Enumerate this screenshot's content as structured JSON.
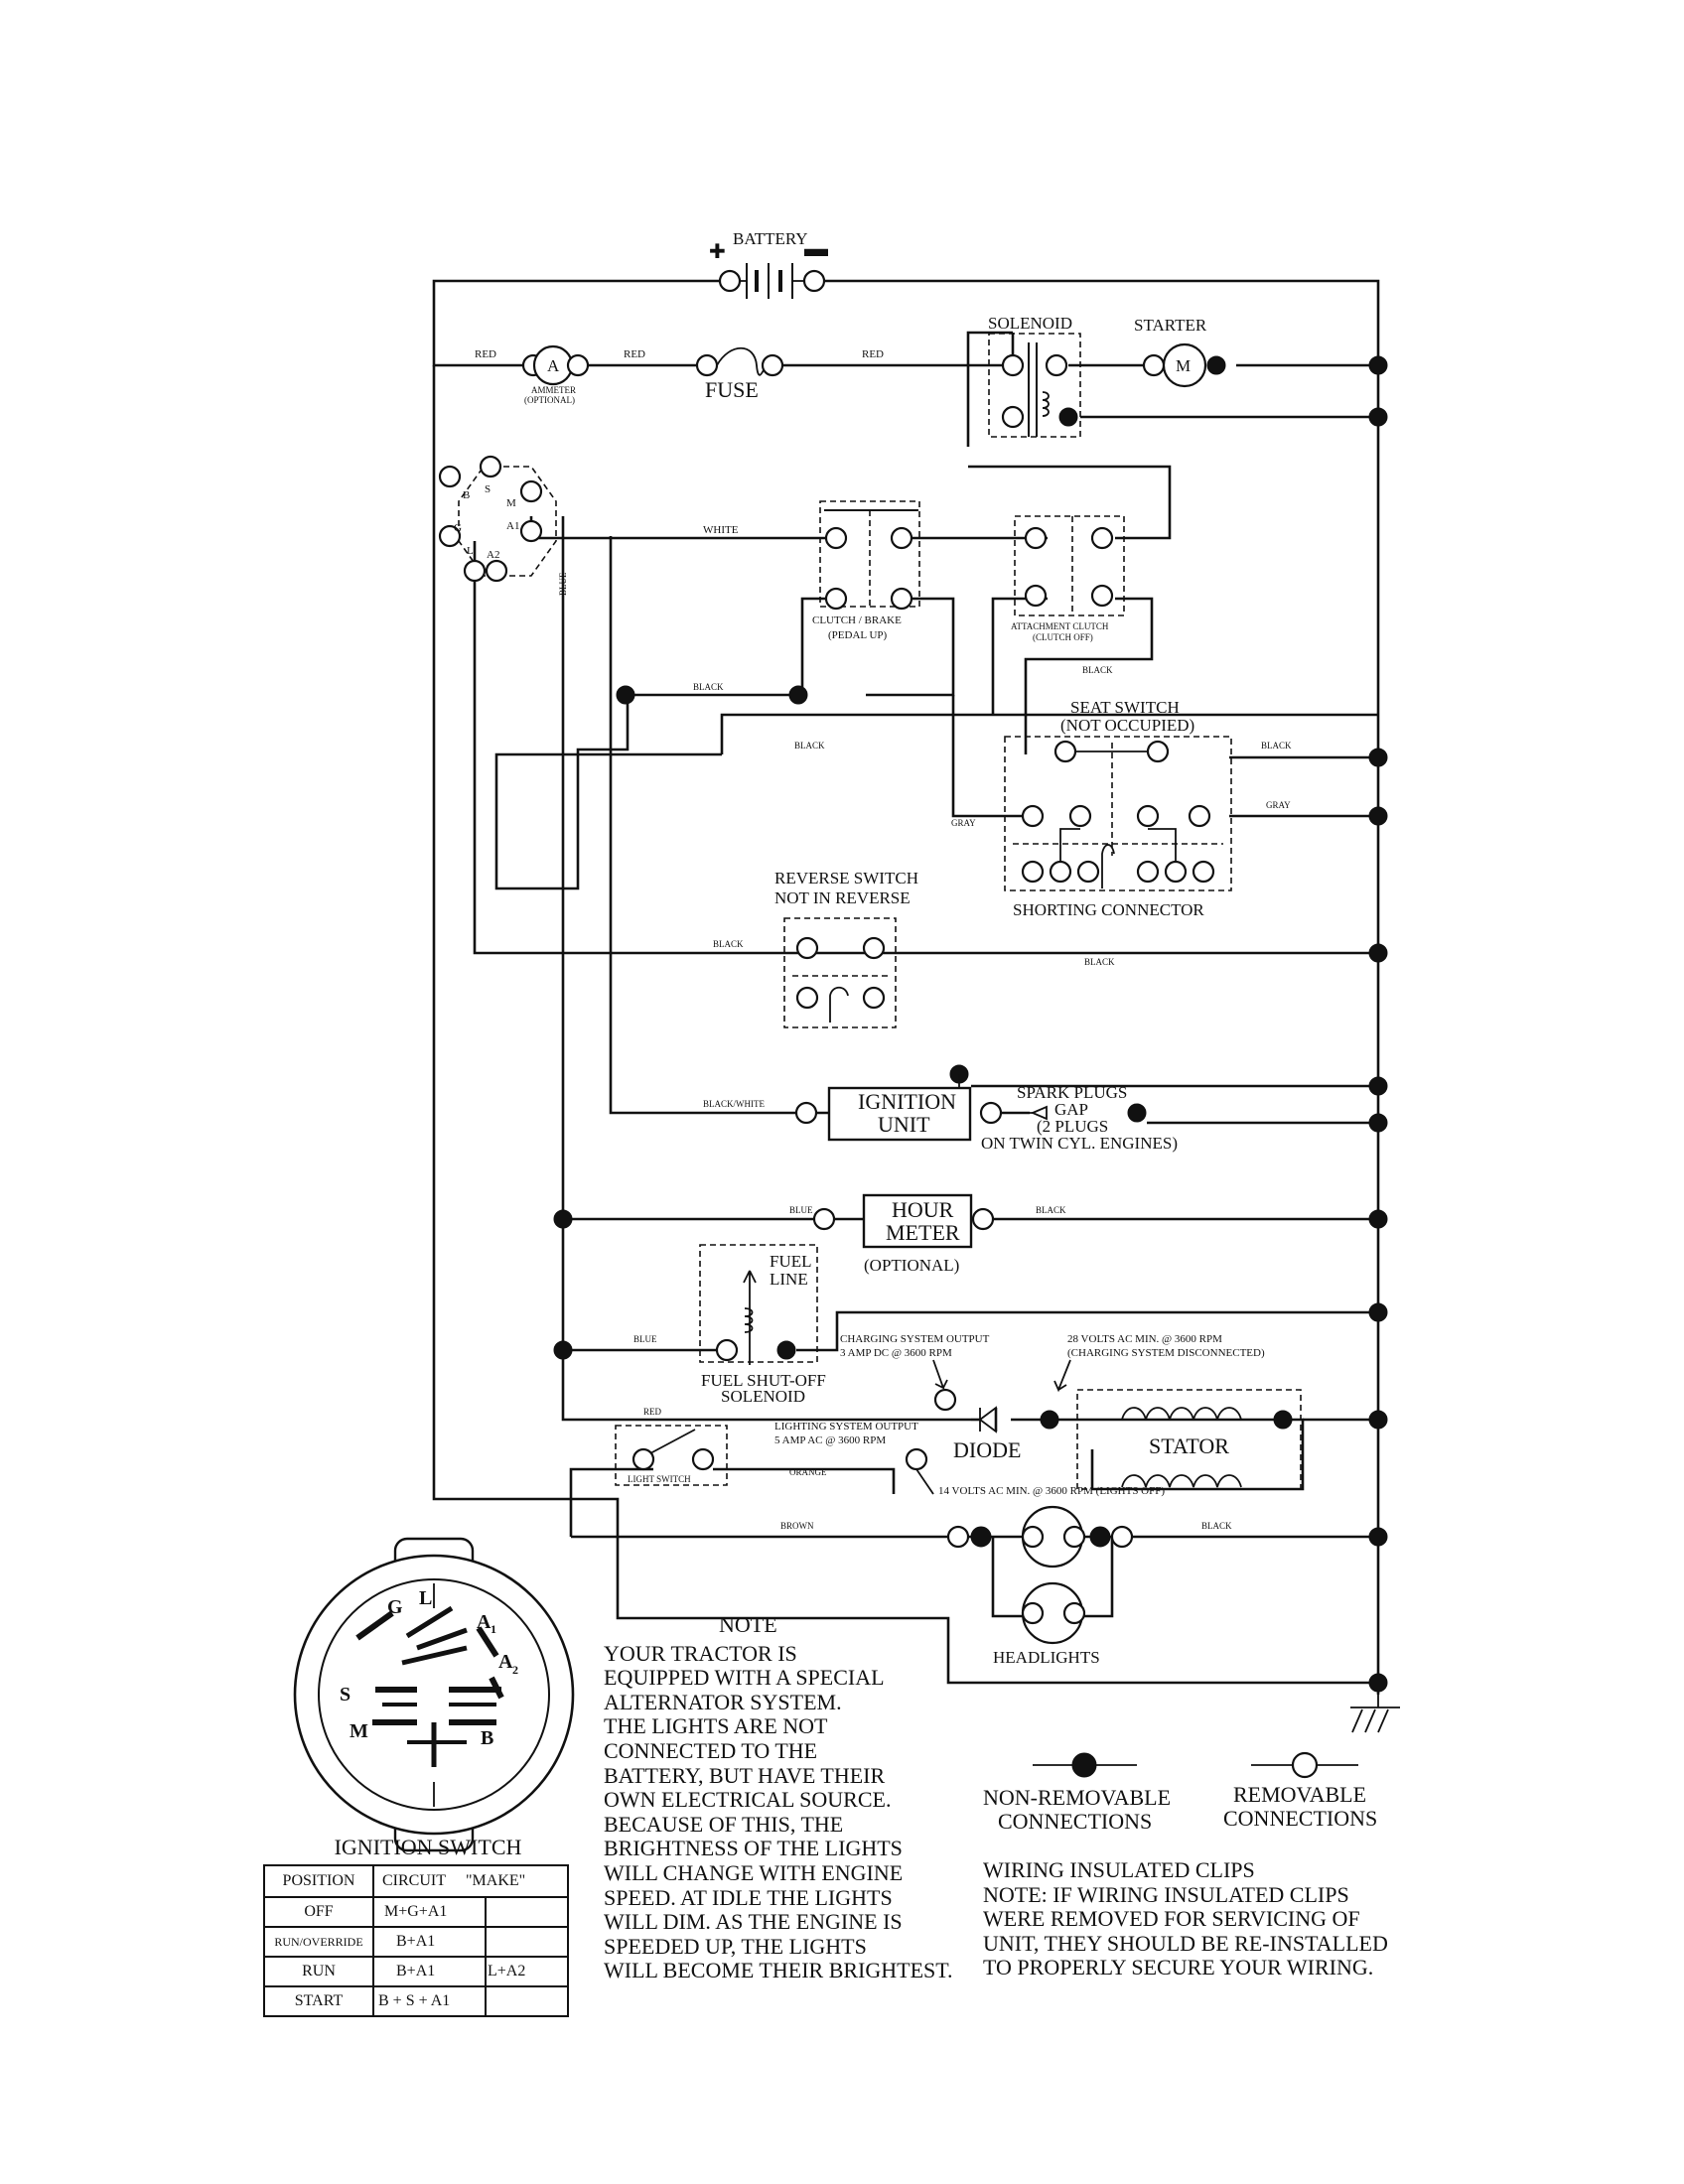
{
  "components": {
    "battery": "BATTERY",
    "solenoid": "SOLENOID",
    "starter": "STARTER",
    "starter_motor": "M",
    "ammeter_symbol": "A",
    "ammeter": "AMMETER",
    "ammeter_optional": "(OPTIONAL)",
    "fuse": "FUSE",
    "clutch_brake_1": "CLUTCH / BRAKE",
    "clutch_brake_2": "(PEDAL UP)",
    "attachment_clutch_1": "ATTACHMENT CLUTCH",
    "attachment_clutch_2": "(CLUTCH OFF)",
    "seat_switch_1": "SEAT SWITCH",
    "seat_switch_2": "(NOT OCCUPIED)",
    "shorting_connector": "SHORTING CONNECTOR",
    "reverse_switch_1": "REVERSE SWITCH",
    "reverse_switch_2": "NOT IN REVERSE",
    "ignition_unit_1": "IGNITION",
    "ignition_unit_2": "UNIT",
    "spark_plugs_1": "SPARK PLUGS",
    "spark_plugs_2": "GAP",
    "spark_plugs_3": "(2 PLUGS",
    "spark_plugs_4": "ON TWIN CYL. ENGINES)",
    "hour_meter_1": "HOUR",
    "hour_meter_2": "METER",
    "hour_meter_optional": "(OPTIONAL)",
    "fuel_line_1": "FUEL",
    "fuel_line_2": "LINE",
    "fuel_shutoff_1": "FUEL SHUT-OFF",
    "fuel_shutoff_2": "SOLENOID",
    "charging_output_1": "CHARGING SYSTEM OUTPUT",
    "charging_output_2": "3 AMP DC @ 3600 RPM",
    "volts28_1": "28 VOLTS AC MIN. @ 3600 RPM",
    "volts28_2": "(CHARGING SYSTEM DISCONNECTED)",
    "lighting_output_1": "LIGHTING SYSTEM OUTPUT",
    "lighting_output_2": "5 AMP AC @ 3600 RPM",
    "diode": "DIODE",
    "stator": "STATOR",
    "light_switch": "LIGHT SWITCH",
    "volts14": "14 VOLTS AC MIN. @ 3600 RPM (LIGHTS OFF)",
    "headlights": "HEADLIGHTS"
  },
  "ignition_terminals": {
    "b": "B",
    "s": "S",
    "m": "M",
    "g": "G",
    "a1": "A1",
    "l": "L",
    "a2": "A2"
  },
  "wire_colors": {
    "red": "RED",
    "white": "WHITE",
    "blue": "BLUE",
    "black": "BLACK",
    "gray": "GRAY",
    "black_white": "BLACK/WHITE",
    "orange": "ORANGE",
    "brown": "BROWN"
  },
  "ignition_switch": {
    "title": "IGNITION SWITCH",
    "face": {
      "g": "G",
      "l": "L",
      "a1": "A",
      "a1_sub": "1",
      "a2": "A",
      "a2_sub": "2",
      "s": "S",
      "m": "M",
      "b": "B"
    },
    "table": {
      "headers": [
        "POSITION",
        "CIRCUIT",
        "\"MAKE\""
      ],
      "rows": [
        [
          "OFF",
          "M+G+A1",
          ""
        ],
        [
          "RUN/OVERRIDE",
          "B+A1",
          ""
        ],
        [
          "RUN",
          "B+A1",
          "L+A2"
        ],
        [
          "START",
          "B + S + A1",
          ""
        ]
      ]
    }
  },
  "note": {
    "title": "NOTE",
    "lines": [
      "YOUR TRACTOR IS",
      "EQUIPPED WITH A SPECIAL",
      "ALTERNATOR SYSTEM.",
      "THE LIGHTS ARE NOT",
      "CONNECTED TO THE",
      "BATTERY, BUT HAVE THEIR",
      "OWN ELECTRICAL SOURCE.",
      "BECAUSE OF THIS, THE",
      "BRIGHTNESS OF THE LIGHTS",
      "WILL CHANGE WITH ENGINE",
      "SPEED.  AT IDLE THE LIGHTS",
      "WILL DIM.  AS THE ENGINE IS",
      "SPEEDED UP, THE LIGHTS",
      "WILL BECOME THEIR BRIGHTEST."
    ]
  },
  "legend": {
    "non_removable_1": "NON-REMOVABLE",
    "non_removable_2": "CONNECTIONS",
    "removable_1": "REMOVABLE",
    "removable_2": "CONNECTIONS"
  },
  "clips_note": {
    "lines": [
      "WIRING INSULATED CLIPS",
      "NOTE:  IF WIRING INSULATED CLIPS",
      "WERE REMOVED FOR SERVICING OF",
      "UNIT, THEY SHOULD BE RE-INSTALLED",
      "TO PROPERLY SECURE YOUR WIRING."
    ]
  }
}
